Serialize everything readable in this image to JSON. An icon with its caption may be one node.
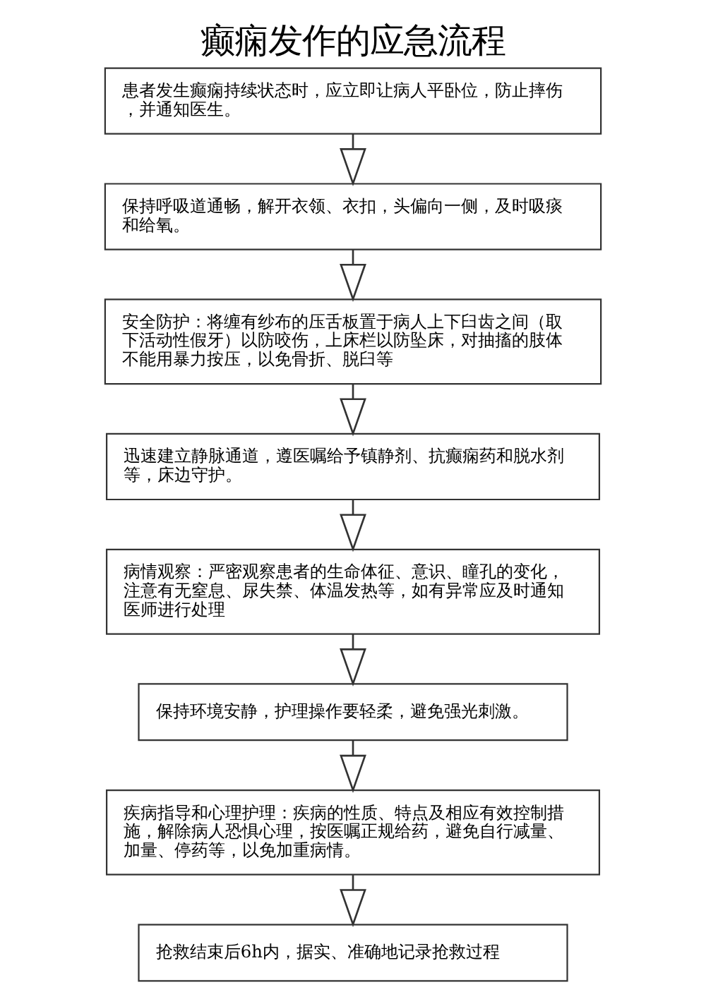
{
  "diagram": {
    "title": "癫痫发作的应急流程",
    "nodes": [
      {
        "text": [
          "患者发生癫痫持续状态时，应立即让病人平卧位，防止摔伤，并通知医生。"
        ]
      },
      {
        "text": [
          "保持呼吸道通畅，解开衣领、衣扣，头偏向一侧，及时吸痰和给氧。"
        ]
      },
      {
        "text": [
          "安全防护：将缠有纱布的压舌板置于病人上下臼齿之间（取下活动性假牙）以防咬伤，上床栏以防坠床，对抽搐的肢体不能用暴力按压，以免骨折、脱臼等"
        ]
      },
      {
        "text": [
          "迅速建立静脉通道，遵医嘱给予镇静剂、抗癫痫药和脱水剂等，床边守护。"
        ]
      },
      {
        "text": [
          "病情观察：严密观察患者的生命体征、意识、瞳孔的变化，注意有无窒息、尿失禁、体温发热等，如有异常应及时通知医师进行处理"
        ]
      },
      {
        "text": [
          "保持环境安静，护理操作要轻柔，避免强光刺激。"
        ]
      },
      {
        "text": [
          "疾病指导和心理护理：疾病的性质、特点及相应有效控制措施，解除病人恐惧心理，按医嘱正规给药，避免自行减量、加量、停药等，以免加重病情。"
        ]
      },
      {
        "text": [
          "抢救结束后6h内，据实、准确地记录抢救过程"
        ]
      }
    ],
    "edges": [
      {
        "from": 0,
        "to": 1,
        "arrow": "to"
      },
      {
        "from": 1,
        "to": 2,
        "arrow": "to"
      },
      {
        "from": 2,
        "to": 3,
        "arrow": "to"
      },
      {
        "from": 3,
        "to": 4,
        "arrow": "to"
      },
      {
        "from": 4,
        "to": 5,
        "arrow": "to"
      },
      {
        "from": 5,
        "to": 6,
        "arrow": "to"
      },
      {
        "from": 6,
        "to": 7,
        "arrow": "to"
      }
    ]
  }
}
